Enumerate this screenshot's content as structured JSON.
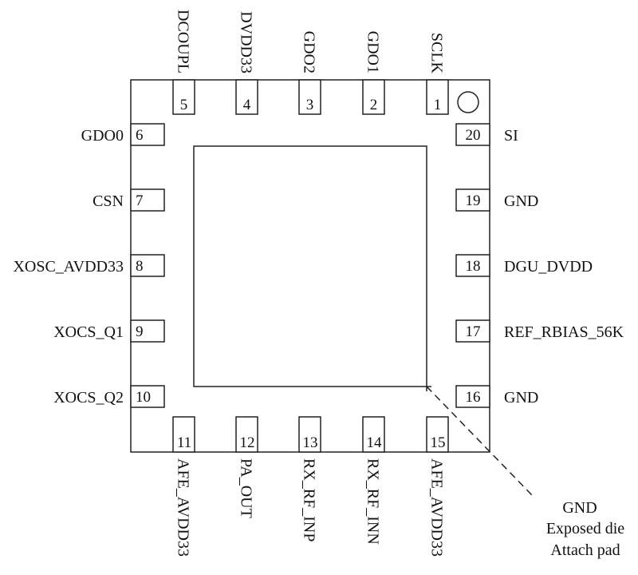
{
  "diagram": {
    "type": "QFN-20 pinout",
    "pin1_marker": "circle-marker",
    "pins": {
      "top": [
        {
          "number": "5",
          "name": "DCOUPL"
        },
        {
          "number": "4",
          "name": "DVDD33"
        },
        {
          "number": "3",
          "name": "GDO2"
        },
        {
          "number": "2",
          "name": "GDO1"
        },
        {
          "number": "1",
          "name": "SCLK"
        }
      ],
      "left": [
        {
          "number": "6",
          "name": "GDO0"
        },
        {
          "number": "7",
          "name": "CSN"
        },
        {
          "number": "8",
          "name": "XOSC_AVDD33"
        },
        {
          "number": "9",
          "name": "XOCS_Q1"
        },
        {
          "number": "10",
          "name": "XOCS_Q2"
        }
      ],
      "bottom": [
        {
          "number": "11",
          "name": "AFE_AVDD33"
        },
        {
          "number": "12",
          "name": "PA_OUT"
        },
        {
          "number": "13",
          "name": "RX_RF_INP"
        },
        {
          "number": "14",
          "name": "RX_RF_INN"
        },
        {
          "number": "15",
          "name": "AFE_AVDD33"
        }
      ],
      "right": [
        {
          "number": "20",
          "name": "SI"
        },
        {
          "number": "19",
          "name": "GND"
        },
        {
          "number": "18",
          "name": "DGU_DVDD"
        },
        {
          "number": "17",
          "name": "REF_RBIAS_56K"
        },
        {
          "number": "16",
          "name": "GND"
        }
      ]
    },
    "exposed_pad_note": [
      "GND",
      "Exposed die",
      "Attach pad"
    ],
    "colors": {
      "line": "#222222",
      "text": "#111111",
      "background": "#ffffff"
    }
  }
}
